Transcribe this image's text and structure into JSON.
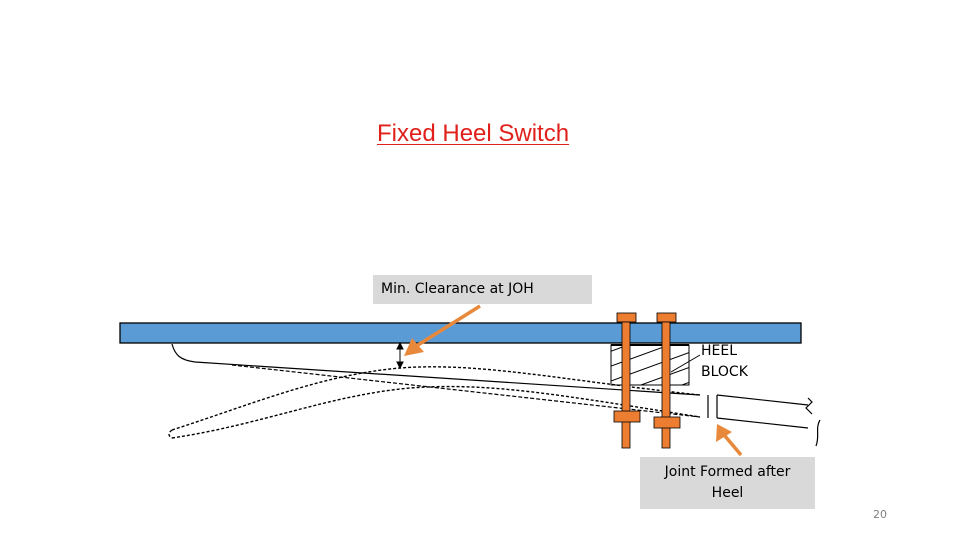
{
  "slide": {
    "title": "Fixed Heel Switch",
    "page_number": "20"
  },
  "callouts": {
    "min_clearance": "Min. Clearance at JOH",
    "joint_line1": "Joint Formed after",
    "joint_line2": "Heel"
  },
  "labels": {
    "heel_line1": "HEEL",
    "heel_line2": "BLOCK"
  },
  "colors": {
    "title": "#e0201b",
    "stock_rail": "#5b9bd5",
    "bolts": "#ed7d31",
    "arrows": "#e8883a",
    "callout_bg": "#d9d9d9"
  }
}
